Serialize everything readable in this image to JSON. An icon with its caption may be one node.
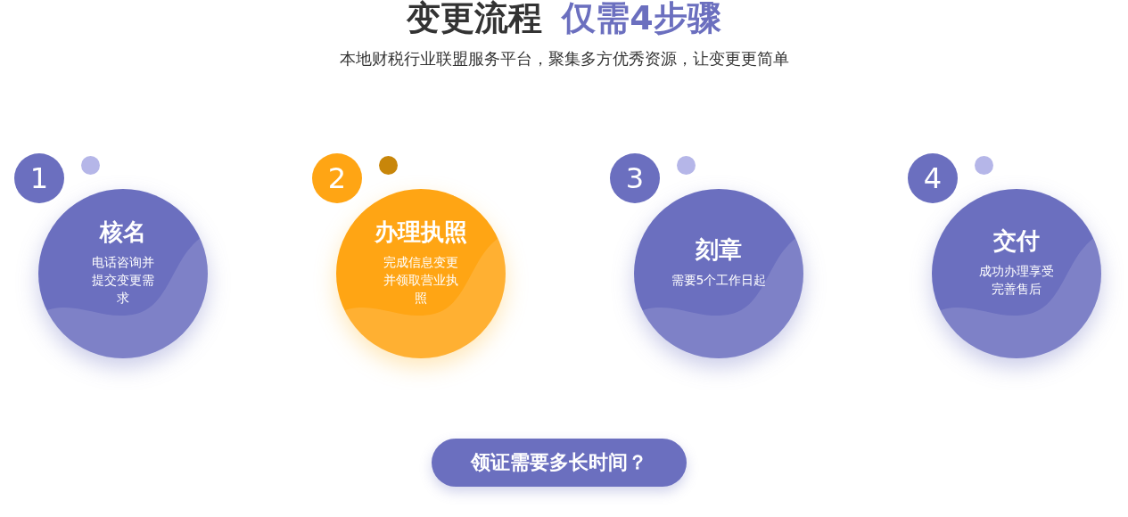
{
  "diagram": {
    "title": "变更流程 仅需4步骤",
    "nodes": [
      {
        "text": [
          "1"
        ]
      },
      {
        "text": [
          "核名",
          "电话咨询并提交变更需求"
        ]
      },
      {
        "text": [
          "2"
        ]
      },
      {
        "text": [
          "办理执照",
          "完成信息变更并领取营业执照"
        ]
      },
      {
        "text": [
          "3"
        ]
      },
      {
        "text": [
          "刻章",
          "需要5个工作日起"
        ]
      },
      {
        "text": [
          "4"
        ]
      },
      {
        "text": [
          "交付",
          "成功办理享受完善售后"
        ]
      },
      {
        "text": [
          "领证需要多长时间？"
        ]
      }
    ],
    "edges": [],
    "labels": [
      "本地财税行业联盟服务平台，聚集多方优秀资源，让变更更简单"
    ]
  }
}
